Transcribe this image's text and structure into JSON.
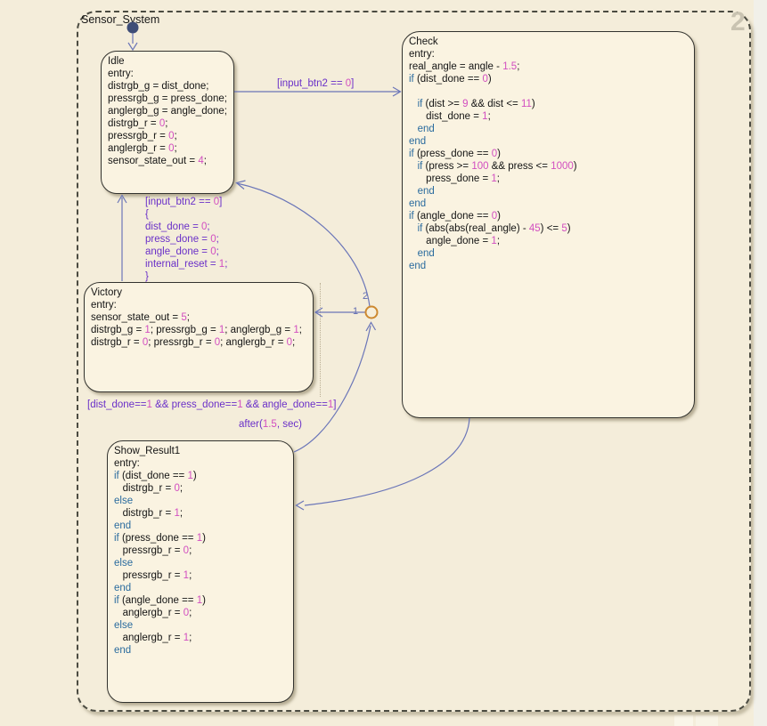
{
  "chart": {
    "name": "Sensor_System",
    "page_badge": "2"
  },
  "colors": {
    "canvas_bg": "#f4edda",
    "state_fill": "#faf3e1",
    "state_border": "#32322e",
    "keyword_blue": "#2a6b9e",
    "number_magenta": "#d24ec0",
    "label_purple": "#6a30c8",
    "transition_blue": "#6b76b8",
    "junction_orange": "#cd8930",
    "default_dot": "#3e4d77",
    "watermark_gray": "#c9c3b1"
  },
  "states": {
    "idle": {
      "title": "Idle",
      "lines": [
        [
          [
            "ttl",
            "Idle"
          ]
        ],
        [
          [
            "t",
            "entry:"
          ]
        ],
        [
          [
            "t",
            "distrgb_g = dist_done;"
          ]
        ],
        [
          [
            "t",
            "pressrgb_g = press_done;"
          ]
        ],
        [
          [
            "t",
            "anglergb_g = angle_done;"
          ]
        ],
        [
          [
            "t",
            "distrgb_r = "
          ],
          [
            "n",
            "0"
          ],
          [
            "t",
            ";"
          ]
        ],
        [
          [
            "t",
            "pressrgb_r = "
          ],
          [
            "n",
            "0"
          ],
          [
            "t",
            ";"
          ]
        ],
        [
          [
            "t",
            "anglergb_r = "
          ],
          [
            "n",
            "0"
          ],
          [
            "t",
            ";"
          ]
        ],
        [
          [
            "t",
            "sensor_state_out = "
          ],
          [
            "n",
            "4"
          ],
          [
            "t",
            ";"
          ]
        ]
      ]
    },
    "check": {
      "title": "Check",
      "lines": [
        [
          [
            "ttl",
            "Check"
          ]
        ],
        [
          [
            "t",
            "entry:"
          ]
        ],
        [
          [
            "t",
            "real_angle = angle - "
          ],
          [
            "n",
            "1.5"
          ],
          [
            "t",
            ";"
          ]
        ],
        [
          [
            "k",
            "if"
          ],
          [
            "t",
            " (dist_done == "
          ],
          [
            "n",
            "0"
          ],
          [
            "t",
            ")"
          ]
        ],
        [],
        [
          [
            "t",
            "   "
          ],
          [
            "k",
            "if"
          ],
          [
            "t",
            " (dist >= "
          ],
          [
            "n",
            "9"
          ],
          [
            "t",
            " && dist <= "
          ],
          [
            "n",
            "11"
          ],
          [
            "t",
            ")"
          ]
        ],
        [
          [
            "t",
            "      dist_done = "
          ],
          [
            "n",
            "1"
          ],
          [
            "t",
            ";"
          ]
        ],
        [
          [
            "t",
            "   "
          ],
          [
            "k",
            "end"
          ]
        ],
        [
          [
            "k",
            "end"
          ]
        ],
        [
          [
            "k",
            "if"
          ],
          [
            "t",
            " (press_done == "
          ],
          [
            "n",
            "0"
          ],
          [
            "t",
            ")"
          ]
        ],
        [
          [
            "t",
            "   "
          ],
          [
            "k",
            "if"
          ],
          [
            "t",
            " (press >= "
          ],
          [
            "n",
            "100"
          ],
          [
            "t",
            " && press <= "
          ],
          [
            "n",
            "1000"
          ],
          [
            "t",
            ")"
          ]
        ],
        [
          [
            "t",
            "      press_done = "
          ],
          [
            "n",
            "1"
          ],
          [
            "t",
            ";"
          ]
        ],
        [
          [
            "t",
            "   "
          ],
          [
            "k",
            "end"
          ]
        ],
        [
          [
            "k",
            "end"
          ]
        ],
        [
          [
            "k",
            "if"
          ],
          [
            "t",
            " (angle_done == "
          ],
          [
            "n",
            "0"
          ],
          [
            "t",
            ")"
          ]
        ],
        [
          [
            "t",
            "   "
          ],
          [
            "k",
            "if"
          ],
          [
            "t",
            " (abs(abs(real_angle) - "
          ],
          [
            "n",
            "45"
          ],
          [
            "t",
            ") <= "
          ],
          [
            "n",
            "5"
          ],
          [
            "t",
            ")"
          ]
        ],
        [
          [
            "t",
            "      angle_done = "
          ],
          [
            "n",
            "1"
          ],
          [
            "t",
            ";"
          ]
        ],
        [
          [
            "t",
            "   "
          ],
          [
            "k",
            "end"
          ]
        ],
        [
          [
            "k",
            "end"
          ]
        ]
      ]
    },
    "victory": {
      "title": "Victory",
      "lines": [
        [
          [
            "ttl",
            "Victory"
          ]
        ],
        [
          [
            "t",
            "entry:"
          ]
        ],
        [
          [
            "t",
            "sensor_state_out = "
          ],
          [
            "n",
            "5"
          ],
          [
            "t",
            ";"
          ]
        ],
        [
          [
            "t",
            "distrgb_g = "
          ],
          [
            "n",
            "1"
          ],
          [
            "t",
            "; pressrgb_g = "
          ],
          [
            "n",
            "1"
          ],
          [
            "t",
            "; anglergb_g = "
          ],
          [
            "n",
            "1"
          ],
          [
            "t",
            ";"
          ]
        ],
        [
          [
            "t",
            "distrgb_r = "
          ],
          [
            "n",
            "0"
          ],
          [
            "t",
            "; pressrgb_r = "
          ],
          [
            "n",
            "0"
          ],
          [
            "t",
            "; anglergb_r = "
          ],
          [
            "n",
            "0"
          ],
          [
            "t",
            ";"
          ]
        ]
      ]
    },
    "show_result1": {
      "title": "Show_Result1",
      "lines": [
        [
          [
            "ttl",
            "Show_Result1"
          ]
        ],
        [
          [
            "t",
            "entry:"
          ]
        ],
        [
          [
            "k",
            "if"
          ],
          [
            "t",
            " (dist_done == "
          ],
          [
            "n",
            "1"
          ],
          [
            "t",
            ")"
          ]
        ],
        [
          [
            "t",
            "   distrgb_r = "
          ],
          [
            "n",
            "0"
          ],
          [
            "t",
            ";"
          ]
        ],
        [
          [
            "k",
            "else"
          ]
        ],
        [
          [
            "t",
            "   distrgb_r = "
          ],
          [
            "n",
            "1"
          ],
          [
            "t",
            ";"
          ]
        ],
        [
          [
            "k",
            "end"
          ]
        ],
        [
          [
            "k",
            "if"
          ],
          [
            "t",
            " (press_done == "
          ],
          [
            "n",
            "1"
          ],
          [
            "t",
            ")"
          ]
        ],
        [
          [
            "t",
            "   pressrgb_r = "
          ],
          [
            "n",
            "0"
          ],
          [
            "t",
            ";"
          ]
        ],
        [
          [
            "k",
            "else"
          ]
        ],
        [
          [
            "t",
            "   pressrgb_r = "
          ],
          [
            "n",
            "1"
          ],
          [
            "t",
            ";"
          ]
        ],
        [
          [
            "k",
            "end"
          ]
        ],
        [
          [
            "k",
            "if"
          ],
          [
            "t",
            " (angle_done == "
          ],
          [
            "n",
            "1"
          ],
          [
            "t",
            ")"
          ]
        ],
        [
          [
            "t",
            "   anglergb_r = "
          ],
          [
            "n",
            "0"
          ],
          [
            "t",
            ";"
          ]
        ],
        [
          [
            "k",
            "else"
          ]
        ],
        [
          [
            "t",
            "   anglergb_r = "
          ],
          [
            "n",
            "1"
          ],
          [
            "t",
            ";"
          ]
        ],
        [
          [
            "k",
            "end"
          ]
        ]
      ]
    }
  },
  "transitions": {
    "idle_to_check": {
      "lines": [
        [
          [
            "lbl",
            "[input_btn2 == "
          ],
          [
            "ln",
            "0"
          ],
          [
            "lbl",
            "]"
          ]
        ]
      ]
    },
    "victory_to_idle": {
      "lines": [
        [
          [
            "lbl",
            "[input_btn2 == "
          ],
          [
            "ln",
            "0"
          ],
          [
            "lbl",
            "]"
          ]
        ],
        [
          [
            "lbl",
            "{"
          ]
        ],
        [
          [
            "lbl",
            "dist_done = "
          ],
          [
            "ln",
            "0"
          ],
          [
            "lbl",
            ";"
          ]
        ],
        [
          [
            "lbl",
            "press_done = "
          ],
          [
            "ln",
            "0"
          ],
          [
            "lbl",
            ";"
          ]
        ],
        [
          [
            "lbl",
            "angle_done = "
          ],
          [
            "ln",
            "0"
          ],
          [
            "lbl",
            ";"
          ]
        ],
        [
          [
            "lbl",
            "internal_reset = "
          ],
          [
            "ln",
            "1"
          ],
          [
            "lbl",
            ";"
          ]
        ],
        [
          [
            "lbl",
            "}"
          ]
        ]
      ]
    },
    "junction_to_victory": {
      "order": "1",
      "lines": [
        [
          [
            "lbl",
            "[dist_done=="
          ],
          [
            "ln",
            "1"
          ],
          [
            "lbl",
            " && press_done=="
          ],
          [
            "ln",
            "1"
          ],
          [
            "lbl",
            " && angle_done=="
          ],
          [
            "ln",
            "1"
          ],
          [
            "lbl",
            "]"
          ]
        ]
      ]
    },
    "junction_to_idle": {
      "order": "2"
    },
    "show_result1_to_junction": {
      "lines": [
        [
          [
            "lbl",
            "after("
          ],
          [
            "ln",
            "1.5"
          ],
          [
            "lbl",
            ", sec)"
          ]
        ]
      ]
    }
  }
}
